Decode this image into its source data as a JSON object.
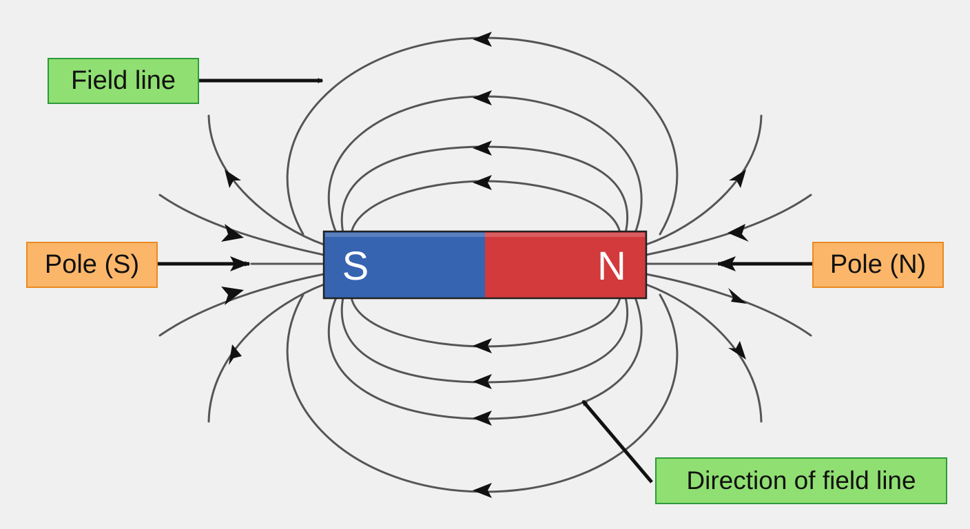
{
  "magnet": {
    "south_letter": "S",
    "north_letter": "N",
    "south_color": "#3664b0",
    "north_color": "#d23a3c"
  },
  "labels": {
    "field_line": "Field line",
    "pole_s": "Pole (S)",
    "pole_n": "Pole (N)",
    "direction": "Direction of field line"
  },
  "colors": {
    "field_line": "#555555",
    "arrow": "#111111",
    "green_box": "#90df72",
    "orange_box": "#fbb66a"
  }
}
